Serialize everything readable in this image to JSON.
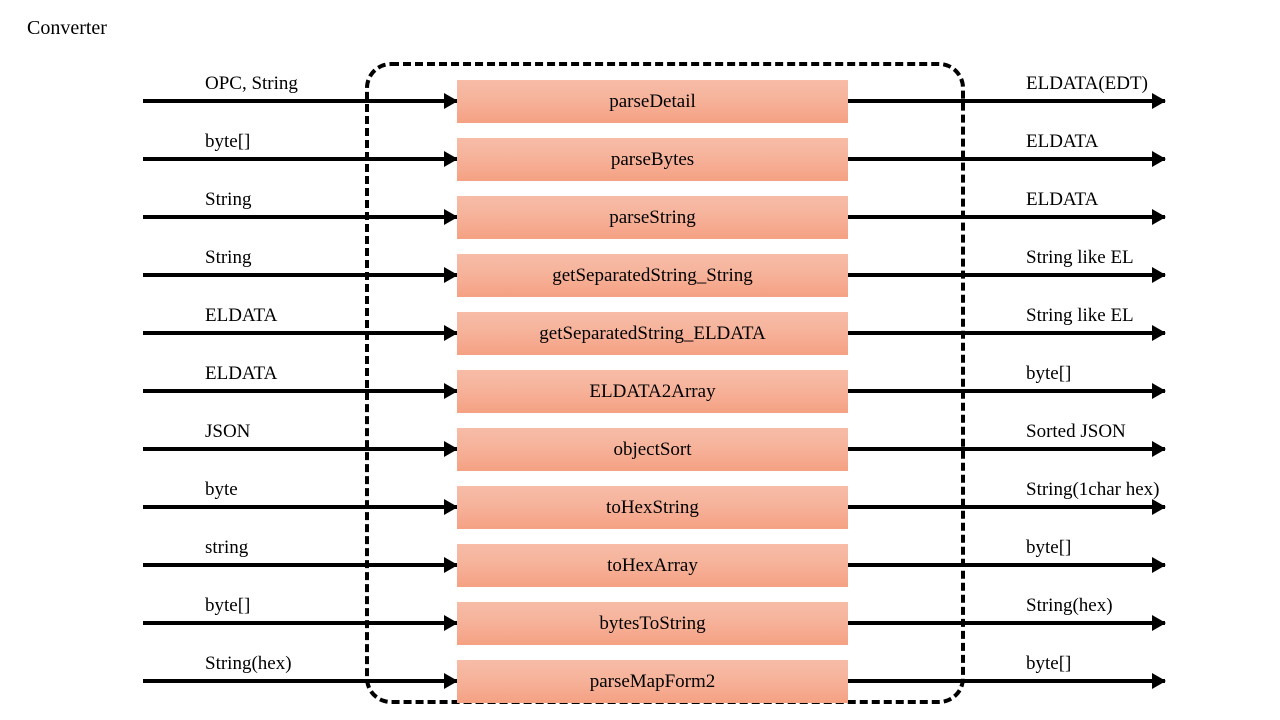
{
  "diagram": {
    "title": "Converter",
    "colors": {
      "box_top": "#f7bca7",
      "box_bottom": "#f5a183",
      "line": "#000000",
      "background": "#ffffff"
    },
    "boundary": {
      "style": "dashed-rounded-rectangle",
      "label": ""
    },
    "rows": [
      {
        "input": "OPC, String",
        "process": "parseDetail",
        "output": "ELDATA(EDT)"
      },
      {
        "input": "byte[]",
        "process": "parseBytes",
        "output": "ELDATA"
      },
      {
        "input": "String",
        "process": "parseString",
        "output": "ELDATA"
      },
      {
        "input": "String",
        "process": "getSeparatedString_String",
        "output": "String  like EL"
      },
      {
        "input": "ELDATA",
        "process": "getSeparatedString_ELDATA",
        "output": "String  like EL"
      },
      {
        "input": "ELDATA",
        "process": "ELDATA2Array",
        "output": "byte[]"
      },
      {
        "input": "JSON",
        "process": "objectSort",
        "output": "Sorted JSON"
      },
      {
        "input": "byte",
        "process": "toHexString",
        "output": "String(1char hex)"
      },
      {
        "input": "string",
        "process": "toHexArray",
        "output": "byte[]"
      },
      {
        "input": "byte[]",
        "process": "bytesToString",
        "output": "String(hex)"
      },
      {
        "input": "String(hex)",
        "process": "parseMapForm2",
        "output": "byte[]"
      }
    ]
  }
}
